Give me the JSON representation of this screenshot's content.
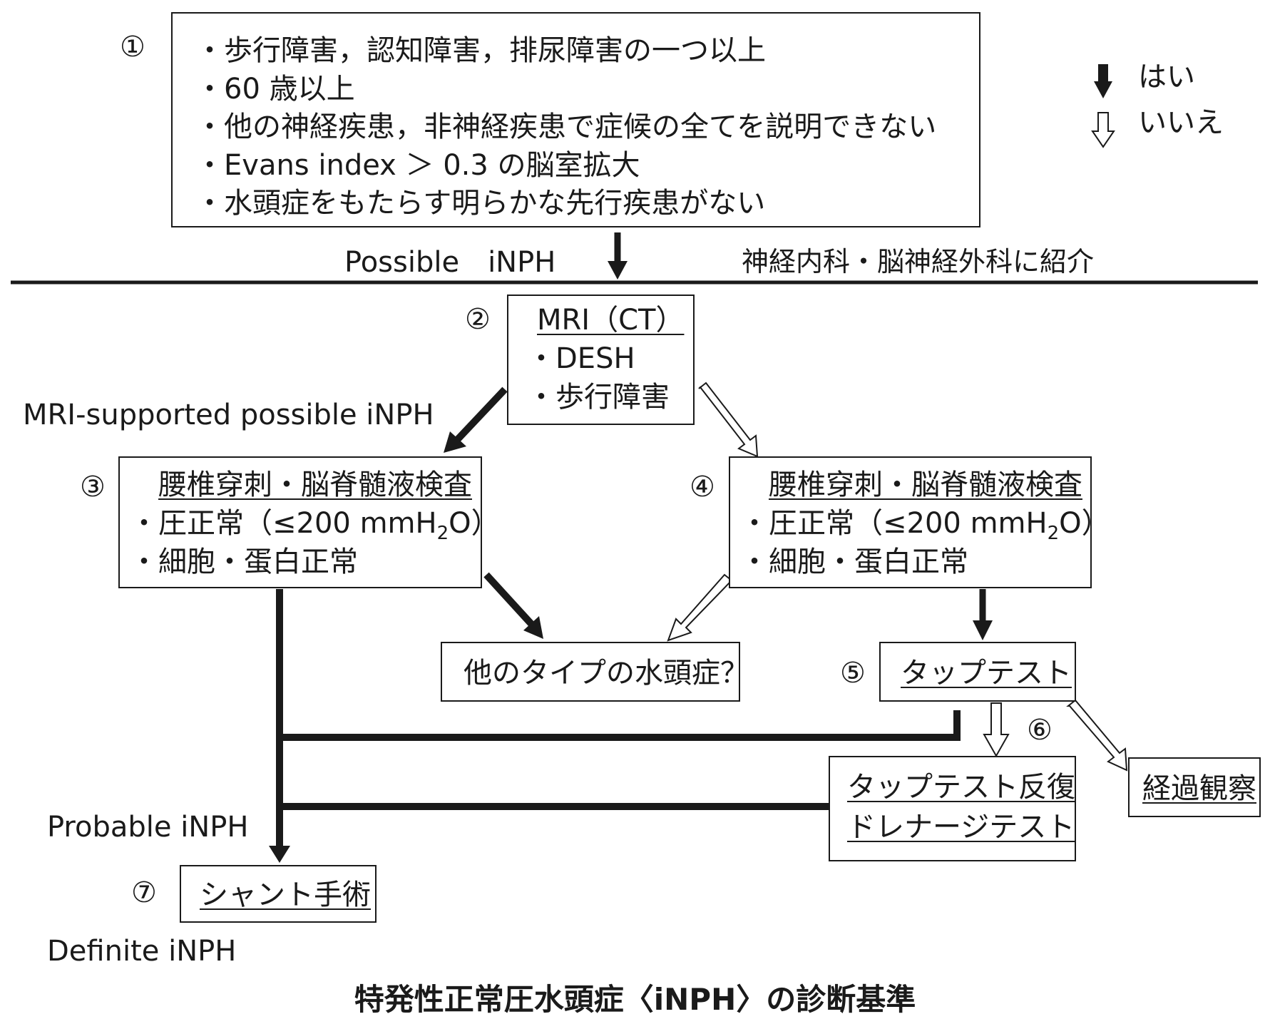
{
  "step1": {
    "num": "①",
    "items": [
      "・歩行障害，認知障害，排尿障害の一つ以上",
      "・60 歳以上",
      "・他の神経疾患，非神経疾患で症候の全てを説明できない",
      "・Evans index ＞ 0.3 の脳室拡大",
      "・水頭症をもたらす明らかな先行疾患がない"
    ]
  },
  "legend": {
    "yes": "はい",
    "no": "いいえ"
  },
  "possible_label": "Possible　iNPH",
  "referral_label": "神経内科・脳神経外科に紹介",
  "step2": {
    "num": "②",
    "title": "MRI（CT）",
    "items": [
      "・DESH",
      "・歩行障害"
    ]
  },
  "mri_supported_label": "MRI-supported possible iNPH",
  "step3": {
    "num": "③",
    "title": "腰椎穿刺・脳脊髄液検査",
    "item1_pre": "・圧正常（≤200 mmH",
    "item1_sub": "2",
    "item1_post": "O）",
    "item2": "・細胞・蛋白正常"
  },
  "step4": {
    "num": "④",
    "title": "腰椎穿刺・脳脊髄液検査",
    "item1_pre": "・圧正常（≤200 mmH",
    "item1_sub": "2",
    "item1_post": "O）",
    "item2": "・細胞・蛋白正常"
  },
  "other_type": "他のタイプの水頭症？",
  "step5": {
    "num": "⑤",
    "title": "タップテスト"
  },
  "step6": {
    "num": "⑥",
    "line1": "タップテスト反復",
    "line2": "ドレナージテスト"
  },
  "observation": "経過観察",
  "probable_label": "Probable iNPH",
  "step7": {
    "num": "⑦",
    "title": "シャント手術"
  },
  "definite_label": "Definite iNPH",
  "caption": "特発性正常圧水頭症〈iNPH〉の診断基準"
}
